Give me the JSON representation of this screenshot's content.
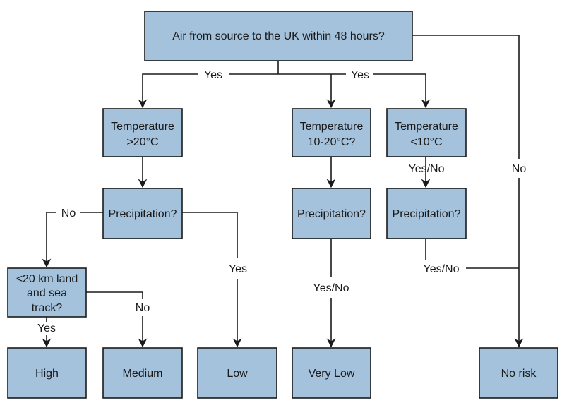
{
  "nodes": {
    "root": {
      "lines": [
        "Air from source to the UK within 48 hours?"
      ]
    },
    "temp_high": {
      "lines": [
        "Temperature",
        ">20°C"
      ]
    },
    "temp_mid": {
      "lines": [
        "Temperature",
        "10-20°C?"
      ]
    },
    "temp_low": {
      "lines": [
        "Temperature",
        "<10°C"
      ]
    },
    "precip_high": {
      "lines": [
        "Precipitation?"
      ]
    },
    "precip_mid": {
      "lines": [
        "Precipitation?"
      ]
    },
    "precip_low": {
      "lines": [
        "Precipitation?"
      ]
    },
    "land_sea": {
      "lines": [
        "<20 km land",
        "and sea",
        "track?"
      ]
    },
    "out_high": {
      "lines": [
        "High"
      ]
    },
    "out_medium": {
      "lines": [
        "Medium"
      ]
    },
    "out_low": {
      "lines": [
        "Low"
      ]
    },
    "out_very_low": {
      "lines": [
        "Very Low"
      ]
    },
    "out_no_risk": {
      "lines": [
        "No risk"
      ]
    }
  },
  "edge_labels": {
    "root_yes_left": "Yes",
    "root_yes_right": "Yes",
    "root_no": "No",
    "temp_low_yesno": "Yes/No",
    "precip_high_no": "No",
    "precip_high_yes": "Yes",
    "precip_mid_yesno": "Yes/No",
    "precip_low_yesno": "Yes/No",
    "land_sea_yes": "Yes",
    "land_sea_no": "No"
  }
}
